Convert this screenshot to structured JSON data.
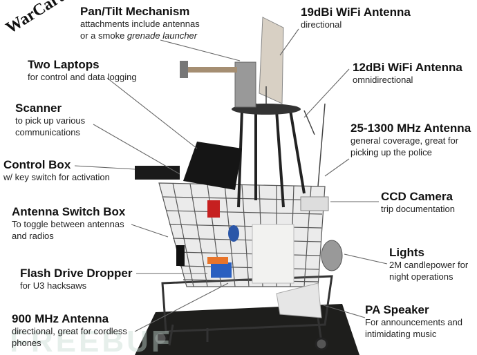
{
  "logo": "WarCart",
  "watermark": "FREEBUF",
  "labels": {
    "pan_tilt": {
      "title": "Pan/Tilt Mechanism",
      "line1": "attachments include antennas",
      "line2a": "or a smoke ",
      "line2b": "grenade launcher"
    },
    "two_laptops": {
      "title": "Two Laptops",
      "line1": "for control and data logging"
    },
    "scanner": {
      "title": "Scanner",
      "line1": "to pick up various",
      "line2": "communications"
    },
    "control_box": {
      "title": "Control Box",
      "line1": "w/ key switch for activation"
    },
    "antenna_switch": {
      "title": "Antenna Switch Box",
      "line1": "To toggle between antennas",
      "line2": "and radios"
    },
    "flash_drive": {
      "title": "Flash Drive Dropper",
      "line1": "for U3 hacksaws"
    },
    "mhz900": {
      "title": "900 MHz Antenna",
      "line1": "directional, great for cordless",
      "line2": "phones"
    },
    "wifi19": {
      "title": "19dBi WiFi Antenna",
      "line1": "directional"
    },
    "wifi12": {
      "title": "12dBi WiFi Antenna",
      "line1": "omnidirectional"
    },
    "mhz25": {
      "title": "25-1300 MHz Antenna",
      "line1": "general coverage, great for",
      "line2": "picking up the police"
    },
    "ccd": {
      "title": "CCD Camera",
      "line1": "trip documentation"
    },
    "lights": {
      "title": "Lights",
      "line1": "2M candlepower for",
      "line2": "night operations"
    },
    "pa": {
      "title": "PA Speaker",
      "line1": "For announcements and",
      "line2": "intimidating music"
    }
  }
}
